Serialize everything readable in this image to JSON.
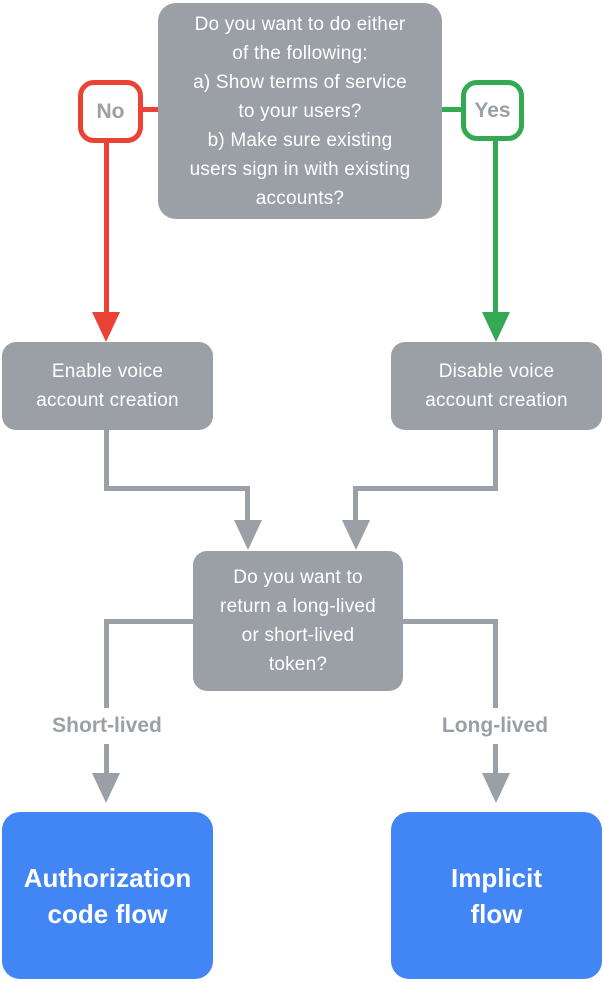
{
  "colors": {
    "background": "#FFFFFF",
    "node_gray": "#9AA0A6",
    "node_blue": "#4285F4",
    "node_text": "#FFFFFF",
    "edge_red": "#EA4335",
    "edge_green": "#34A853",
    "edge_gray": "#9AA0A6",
    "label_text": "#9AA0A6"
  },
  "nodes": {
    "root_question": "Do you want to do either\nof the following:\na) Show terms of service\nto your users?\nb) Make sure existing\nusers sign in with existing\naccounts?",
    "enable_voice": "Enable voice\naccount creation",
    "disable_voice": "Disable voice\naccount creation",
    "token_question": "Do you want to\nreturn a long-lived\nor short-lived\ntoken?",
    "authorization_code_flow": "Authorization\ncode flow",
    "implicit_flow": "Implicit\nflow"
  },
  "edges": {
    "no_label": "No",
    "yes_label": "Yes",
    "short_lived_label": "Short-lived",
    "long_lived_label": "Long-lived"
  }
}
